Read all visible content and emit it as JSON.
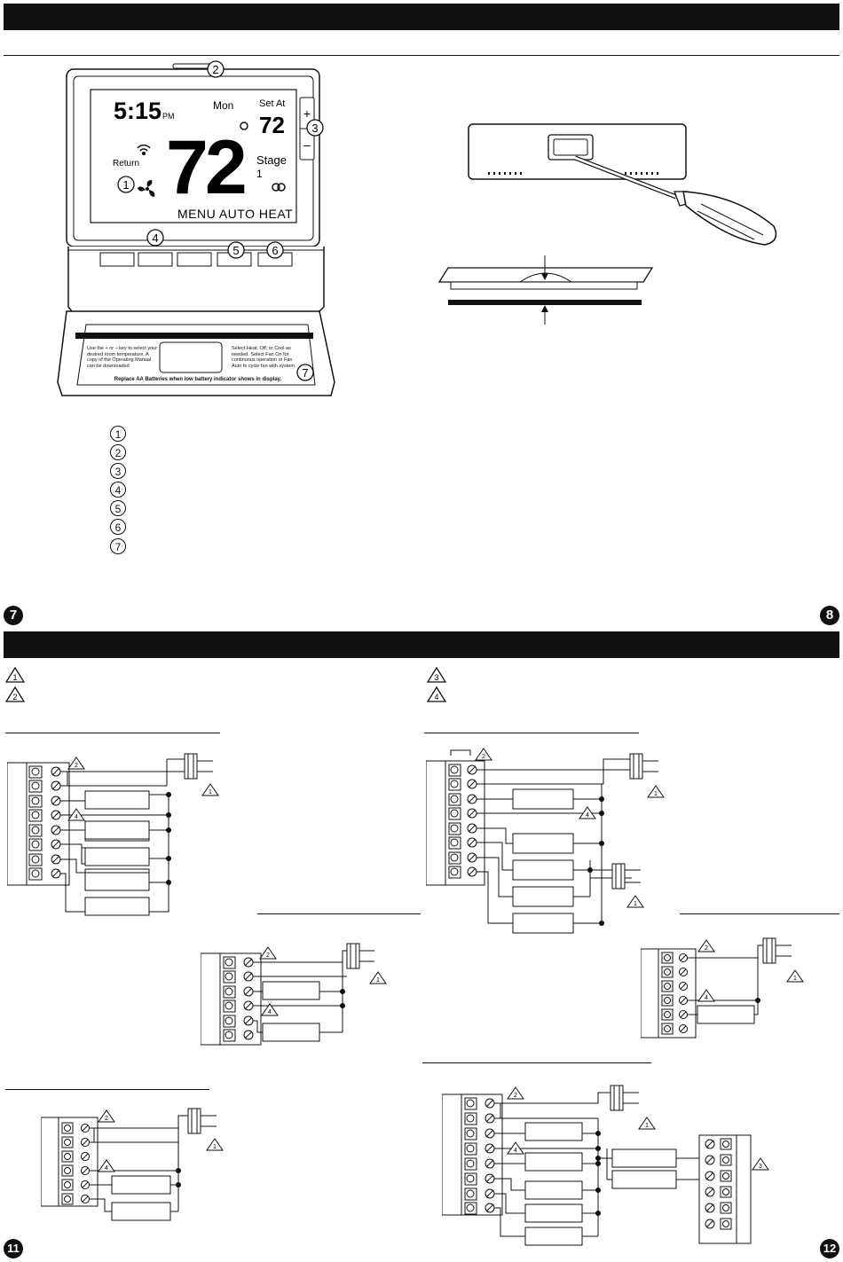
{
  "thermostat": {
    "time": "5:15",
    "ampm": "PM",
    "day": "Mon",
    "set_at_label": "Set At",
    "set_temp": "72",
    "current_temp": "72",
    "degree": "°",
    "return_label": "Return",
    "stage_label": "Stage",
    "stage_value": "1",
    "modes": "MENU AUTO HEAT",
    "plus": "+",
    "minus": "–",
    "instructions_left": "Use the + or – key to select your desired room temperature. A copy of the Operating Manual can be downloaded",
    "instructions_right": "Select Heat, Off, or Cool as needed. Select Fan On for continuous operation or Fan Auto to cycle fan with system.",
    "battery_note": "Replace AA Batteries when low battery indicator shows in display."
  },
  "callouts": [
    "1",
    "2",
    "3",
    "4",
    "5",
    "6",
    "7"
  ],
  "legend": [
    "1",
    "2",
    "3",
    "4",
    "5",
    "6",
    "7"
  ],
  "notes": {
    "n1": "1",
    "n2": "2",
    "n3": "3",
    "n4": "4"
  },
  "page_numbers": {
    "p7": "7",
    "p8": "8",
    "p11": "11",
    "p12": "12"
  },
  "colors": {
    "ink": "#111111",
    "paper": "#ffffff",
    "bar": "#111111"
  }
}
